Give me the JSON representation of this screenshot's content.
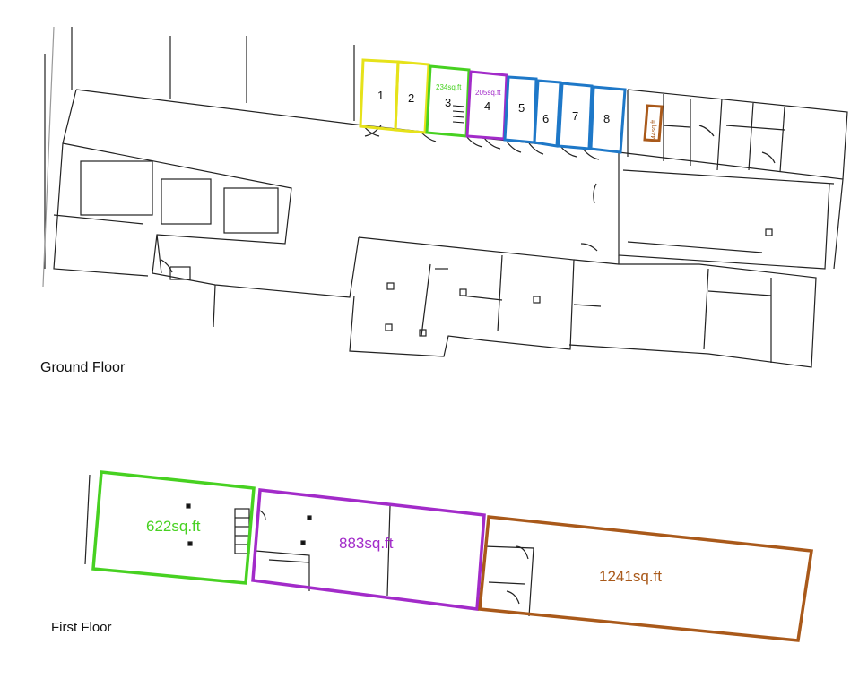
{
  "floors": {
    "ground": {
      "label": "Ground Floor",
      "units": [
        {
          "number": "1",
          "area": "",
          "color": "#e6e21a"
        },
        {
          "number": "2",
          "area": "",
          "color": "#e6e21a"
        },
        {
          "number": "3",
          "area": "234sq.ft",
          "color": "#47d121"
        },
        {
          "number": "4",
          "area": "205sq.ft",
          "color": "#a22bc9"
        },
        {
          "number": "5",
          "area": "",
          "color": "#1e78c8"
        },
        {
          "number": "6",
          "area": "",
          "color": "#1e78c8"
        },
        {
          "number": "7",
          "area": "",
          "color": "#1e78c8"
        },
        {
          "number": "8",
          "area": "",
          "color": "#1e78c8"
        },
        {
          "number": "",
          "area": "44sq.ft",
          "color": "#a9591a"
        }
      ]
    },
    "first": {
      "label": "First Floor",
      "units": [
        {
          "area": "622sq.ft",
          "color": "#47d121"
        },
        {
          "area": "883sq.ft",
          "color": "#a22bc9"
        },
        {
          "area": "1241sq.ft",
          "color": "#a9591a"
        }
      ]
    }
  }
}
